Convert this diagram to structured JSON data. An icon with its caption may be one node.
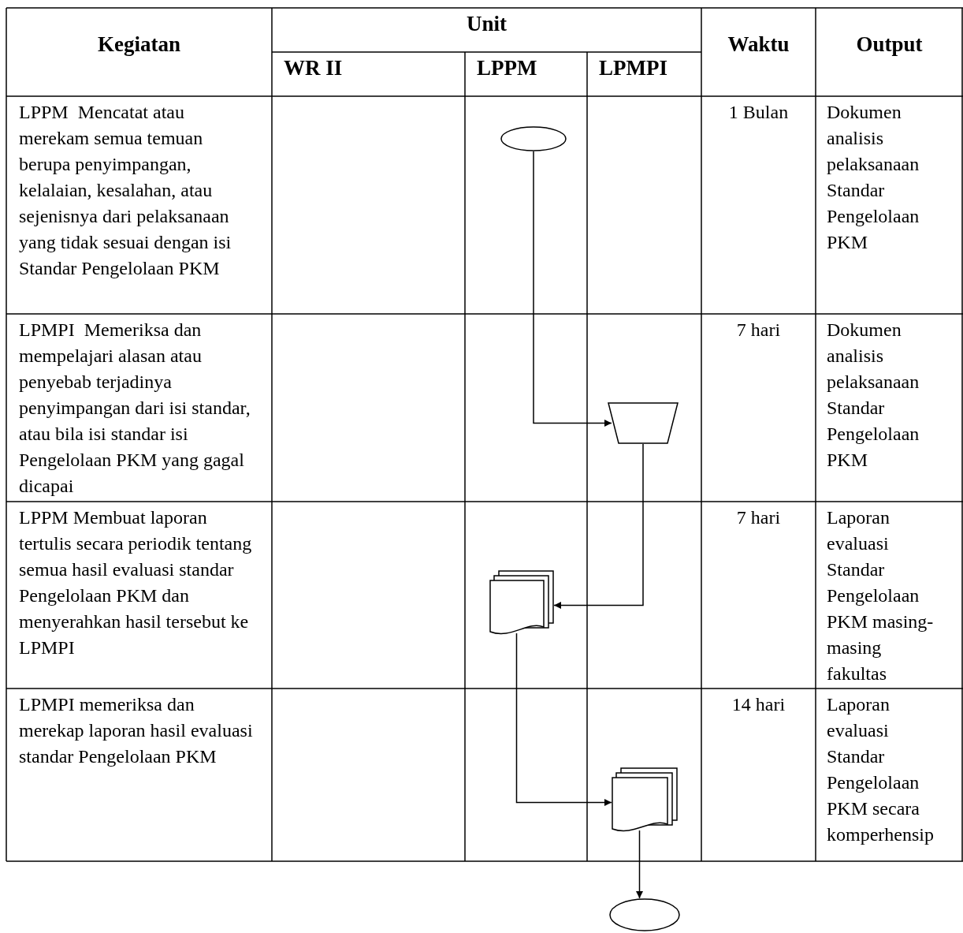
{
  "diagram": {
    "nodes": [
      {
        "text": [],
        "shape": "oval"
      },
      {
        "text": [],
        "shape": "trapezoid"
      },
      {
        "text": [],
        "shape": "document"
      },
      {
        "text": [],
        "shape": "document"
      },
      {
        "text": [],
        "shape": "oval"
      }
    ],
    "edges": [
      {
        "from": 0,
        "to": 1,
        "arrow": "to"
      },
      {
        "from": 1,
        "to": 2,
        "arrow": "to"
      },
      {
        "from": 2,
        "to": 3,
        "arrow": "to"
      },
      {
        "from": 3,
        "to": 4,
        "arrow": "to"
      }
    ],
    "labels": [
      "Kegiatan",
      "Unit",
      "Waktu",
      "Output",
      "WR II",
      "LPPM",
      "LPMPI",
      "LPPM  Mencatat atau merekam semua temuan berupa penyimpangan, kelalaian, kesalahan, atau sejenisnya dari pelaksanaan yang tidak sesuai dengan isi Standar Pengelolaan PKM",
      "1 Bulan",
      "Dokumen analisis pelaksanaan Standar Pengelolaan PKM",
      "LPMPI  Memeriksa dan mempelajari alasan atau penyebab terjadinya penyimpangan dari isi standar, atau bila isi standar isi Pengelolaan PKM yang gagal dicapai",
      "7 hari",
      "Dokumen analisis pelaksanaan Standar Pengelolaan PKM",
      "LPPM Membuat laporan tertulis secara periodik tentang semua hasil evaluasi standar Pengelolaan PKM dan menyerahkan hasil tersebut ke LPMPI",
      "7 hari",
      "Laporan evaluasi Standar Pengelolaan PKM masing-masing fakultas",
      "LPMPI memeriksa dan merekap laporan hasil evaluasi standar Pengelolaan PKM",
      "14 hari",
      "Laporan evaluasi Standar Pengelolaan PKM secara komperhensip"
    ]
  }
}
